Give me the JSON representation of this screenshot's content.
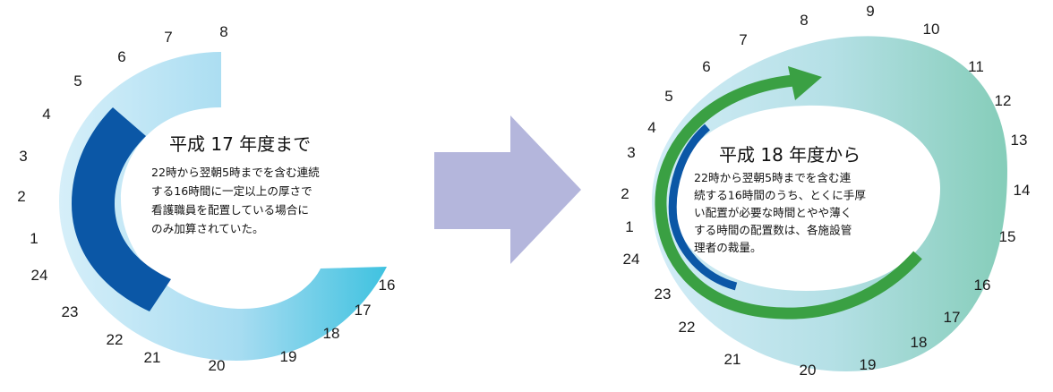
{
  "left_panel": {
    "title": "平成 17 年度まで",
    "body": [
      "22時から翌朝5時までを含む連続",
      "する16時間に一定以上の厚さで",
      "看護職員を配置している場合に",
      "のみ加算されていた。"
    ],
    "hours": [
      "8",
      "7",
      "6",
      "5",
      "4",
      "3",
      "2",
      "1",
      "24",
      "23",
      "22",
      "21",
      "20",
      "19",
      "18",
      "17",
      "16"
    ]
  },
  "right_panel": {
    "title": "平成 18 年度から",
    "body": [
      "22時から翌朝5時までを含む連",
      "続する16時間のうち、とくに手厚",
      "い配置が必要な時間とやや薄く",
      "する時間の配置数は、各施設管",
      "理者の裁量。"
    ],
    "hours": [
      "9",
      "10",
      "11",
      "12",
      "13",
      "14",
      "15",
      "16",
      "17",
      "18",
      "19",
      "20",
      "21",
      "22",
      "23",
      "24",
      "1",
      "2",
      "3",
      "4",
      "5",
      "6",
      "7",
      "8"
    ]
  },
  "colors": {
    "arrow": "#b4b6dc",
    "dark_blue": "#0b57a6",
    "green": "#3aa043",
    "ring_light": "#d4eefa",
    "ring_cyan": "#43c3e1",
    "ring_teal": "#8ecfbf"
  }
}
